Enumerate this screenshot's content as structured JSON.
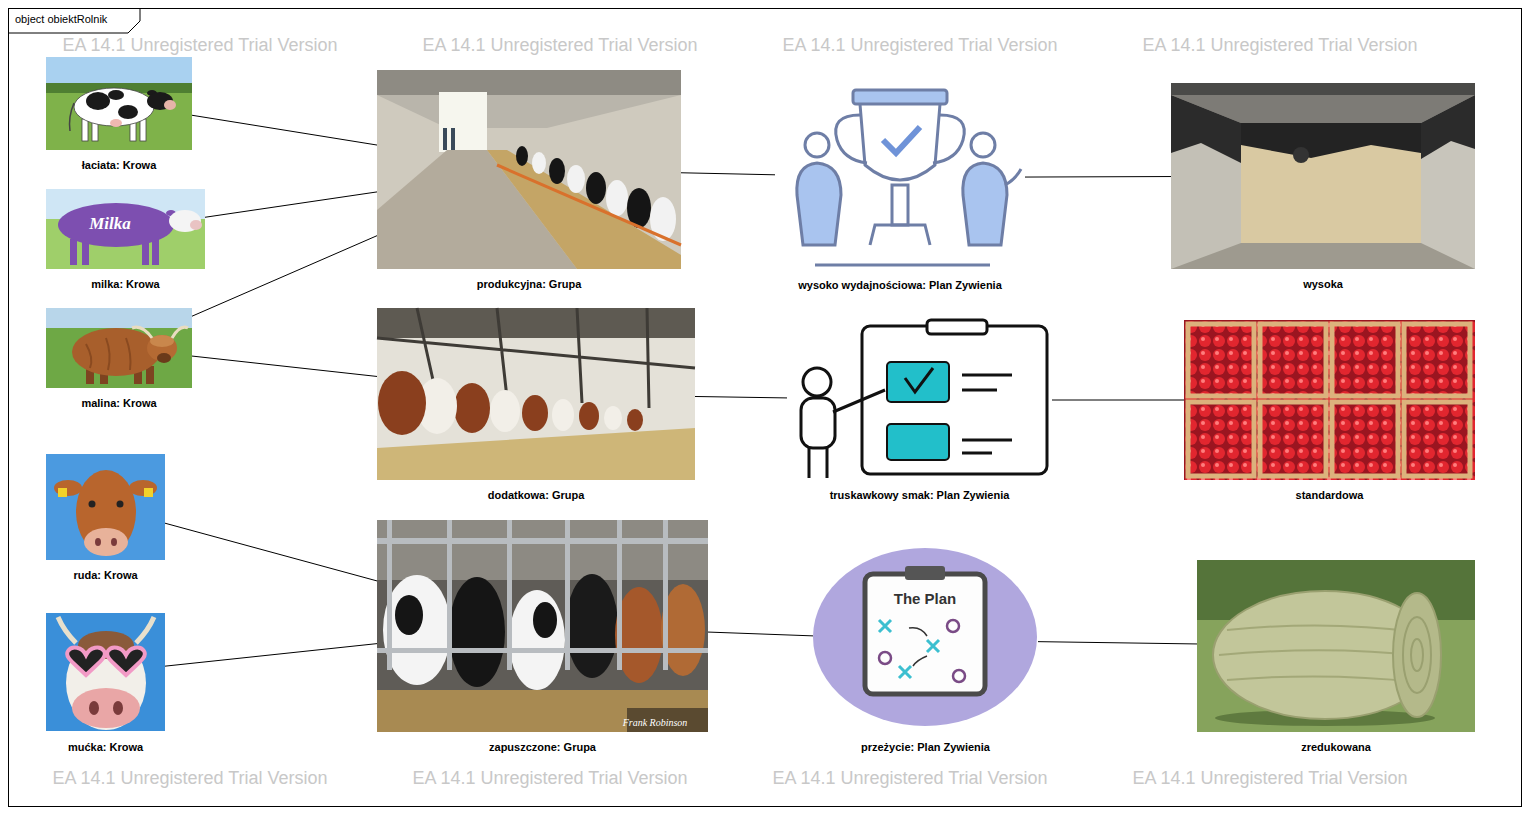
{
  "diagram": {
    "nodes": [
      {
        "text": [
          "object obiektRolnik"
        ]
      },
      {
        "text": [
          "łaciata: Krowa"
        ],
        "in": 0
      },
      {
        "text": [
          "produkcyjna: Grupa"
        ],
        "in": 0
      },
      {
        "text": [
          "wysoko wydajnościowa: Plan Zywienia"
        ],
        "in": 0
      },
      {
        "text": [
          "wysoka"
        ],
        "in": 0
      },
      {
        "text": [
          "milka: Krowa"
        ],
        "in": 0
      },
      {
        "text": [
          "malina: Krowa"
        ],
        "in": 0
      },
      {
        "text": [
          "dodatkowa: Grupa"
        ],
        "in": 0
      },
      {
        "text": [
          "truskawkowy smak: Plan Zywienia"
        ],
        "in": 0
      },
      {
        "text": [
          "standardowa"
        ],
        "in": 0
      },
      {
        "text": [
          "ruda: Krowa"
        ],
        "in": 0
      },
      {
        "text": [
          "zapuszczone: Grupa"
        ],
        "in": 0
      },
      {
        "text": [
          "przeżycie: Plan Zywienia"
        ],
        "in": 0
      },
      {
        "text": [
          "zredukowana"
        ],
        "in": 0
      },
      {
        "text": [
          "mućka: Krowa"
        ],
        "in": 0
      }
    ],
    "edges": [
      {
        "from": 1,
        "to": 2,
        "arrow": "none"
      },
      {
        "from": 5,
        "to": 2,
        "arrow": "none"
      },
      {
        "from": 6,
        "to": 2,
        "arrow": "none"
      },
      {
        "from": 6,
        "to": 7,
        "arrow": "none"
      },
      {
        "from": 2,
        "to": 3,
        "arrow": "none"
      },
      {
        "from": 3,
        "to": 4,
        "arrow": "none"
      },
      {
        "from": 7,
        "to": 8,
        "arrow": "none"
      },
      {
        "from": 8,
        "to": 9,
        "arrow": "none"
      },
      {
        "from": 10,
        "to": 11,
        "arrow": "none"
      },
      {
        "from": 14,
        "to": 11,
        "arrow": "none"
      },
      {
        "from": 11,
        "to": 12,
        "arrow": "none"
      },
      {
        "from": 12,
        "to": 13,
        "arrow": "none"
      }
    ],
    "labels": [
      "Milka",
      "Frank Robinson",
      "The Plan",
      "EA 14.1 Unregistered Trial Version",
      "EA 14.1 Unregistered Trial Version",
      "EA 14.1 Unregistered Trial Version",
      "EA 14.1 Unregistered Trial Version",
      "EA 14.1 Unregistered Trial Version",
      "EA 14.1 Unregistered Trial Version",
      "EA 14.1 Unregistered Trial Version",
      "EA 14.1 Unregistered Trial Version"
    ]
  }
}
